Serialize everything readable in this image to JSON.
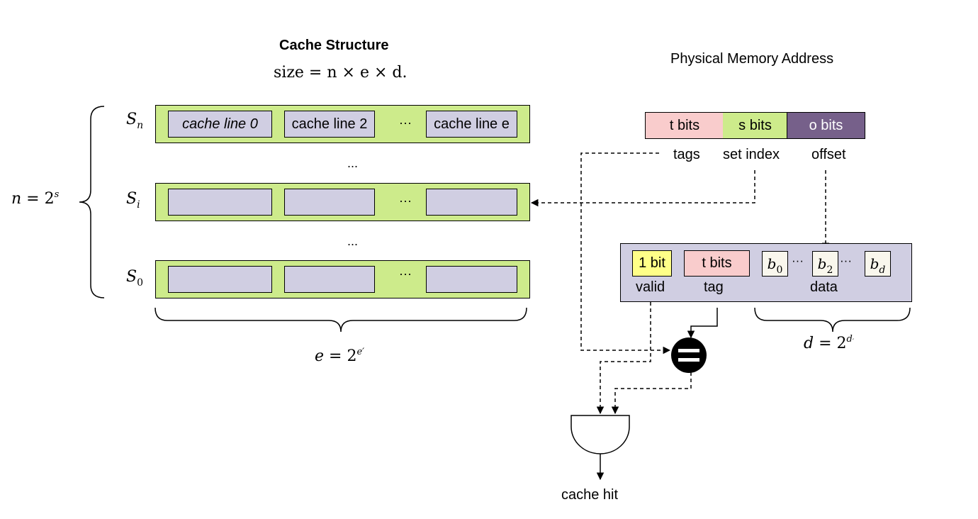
{
  "cache": {
    "title": "Cache Structure",
    "size_formula": "size = n × e × d.",
    "dots": "...",
    "sets": [
      {
        "label": "S",
        "sub": "n",
        "lines": [
          "cache line 0",
          "cache line 2",
          "···",
          "cache line e"
        ]
      },
      {
        "label": "S",
        "sub": "i",
        "lines": [
          "",
          "",
          "···",
          ""
        ]
      },
      {
        "label": "S",
        "sub": "0",
        "lines": [
          "",
          "",
          "···",
          ""
        ]
      }
    ],
    "n_formula": {
      "lhs": "n",
      "eq": " = 2",
      "exp": "s"
    },
    "e_formula": {
      "lhs": "e",
      "eq": " = 2",
      "exp": "e′"
    }
  },
  "address": {
    "title": "Physical Memory Address",
    "fields": [
      {
        "label": "t bits",
        "caption": "tags",
        "color": "#f9cccc"
      },
      {
        "label": "s bits",
        "caption": "set index",
        "color": "#cdeb8b"
      },
      {
        "label": "o bits",
        "caption": "offset",
        "color": "#76608a"
      }
    ]
  },
  "line_detail": {
    "valid_label": "1 bit",
    "valid_caption": "valid",
    "valid_color": "#ffff88",
    "tag_label": "t bits",
    "tag_caption": "tag",
    "tag_color": "#f9cccc",
    "data_caption": "data",
    "blocks": [
      {
        "b": "b",
        "sub": "0"
      },
      {
        "b": "b",
        "sub": "2"
      },
      {
        "b": "b",
        "sub": "d"
      }
    ],
    "block_dots": "···",
    "d_formula": {
      "lhs": "d",
      "eq": " = 2",
      "exp": "d",
      "exp_prime": "′"
    }
  },
  "logic": {
    "compare_symbol": "=",
    "output_label": "cache hit"
  }
}
